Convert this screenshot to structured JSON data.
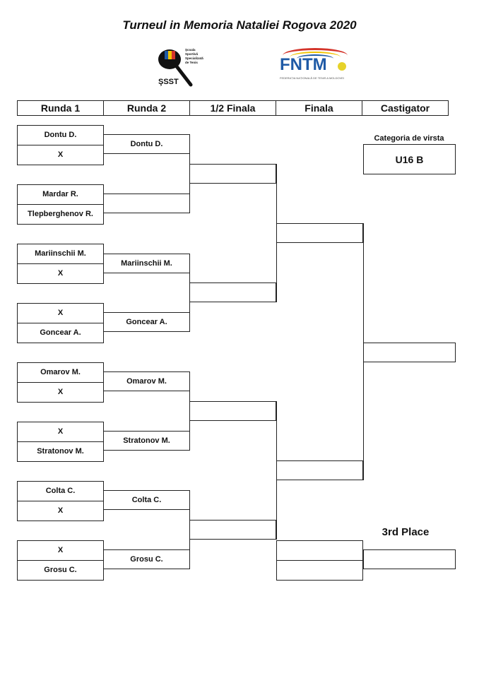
{
  "title": "Turneul in Memoria Nataliei Rogova 2020",
  "logos": {
    "left": {
      "initials": "ŞSST",
      "lines": [
        "Şcoala",
        "Sportivă",
        "Specializată",
        "de Tenis"
      ]
    },
    "right": {
      "text": "FNTM",
      "subtitle": "FEDERAȚIA NAȚIONALĂ DE TENIS A MOLDOVEI"
    }
  },
  "columns": [
    "Runda 1",
    "Runda 2",
    "1/2 Finala",
    "Finala",
    "Castigator"
  ],
  "round1": [
    [
      "Dontu D.",
      "X"
    ],
    [
      "Mardar R.",
      "Tlepberghenov R."
    ],
    [
      "Mariinschii M.",
      "X"
    ],
    [
      "X",
      "Goncear A."
    ],
    [
      "Omarov M.",
      "X"
    ],
    [
      "X",
      "Stratonov M."
    ],
    [
      "Colta C.",
      "X"
    ],
    [
      "X",
      "Grosu C."
    ]
  ],
  "round2": [
    "Dontu D.",
    "",
    "Mariinschii M.",
    "Goncear A.",
    "Omarov M.",
    "Stratonov M.",
    "Colta C.",
    "Grosu C."
  ],
  "category": {
    "label": "Categoria de virsta",
    "value": "U16 B"
  },
  "third_place_label": "3rd Place",
  "colors": {
    "line": "#222222",
    "fntm_blue": "#1f5aa6",
    "fntm_red": "#d4352b",
    "fntm_yellow": "#f2c400"
  }
}
